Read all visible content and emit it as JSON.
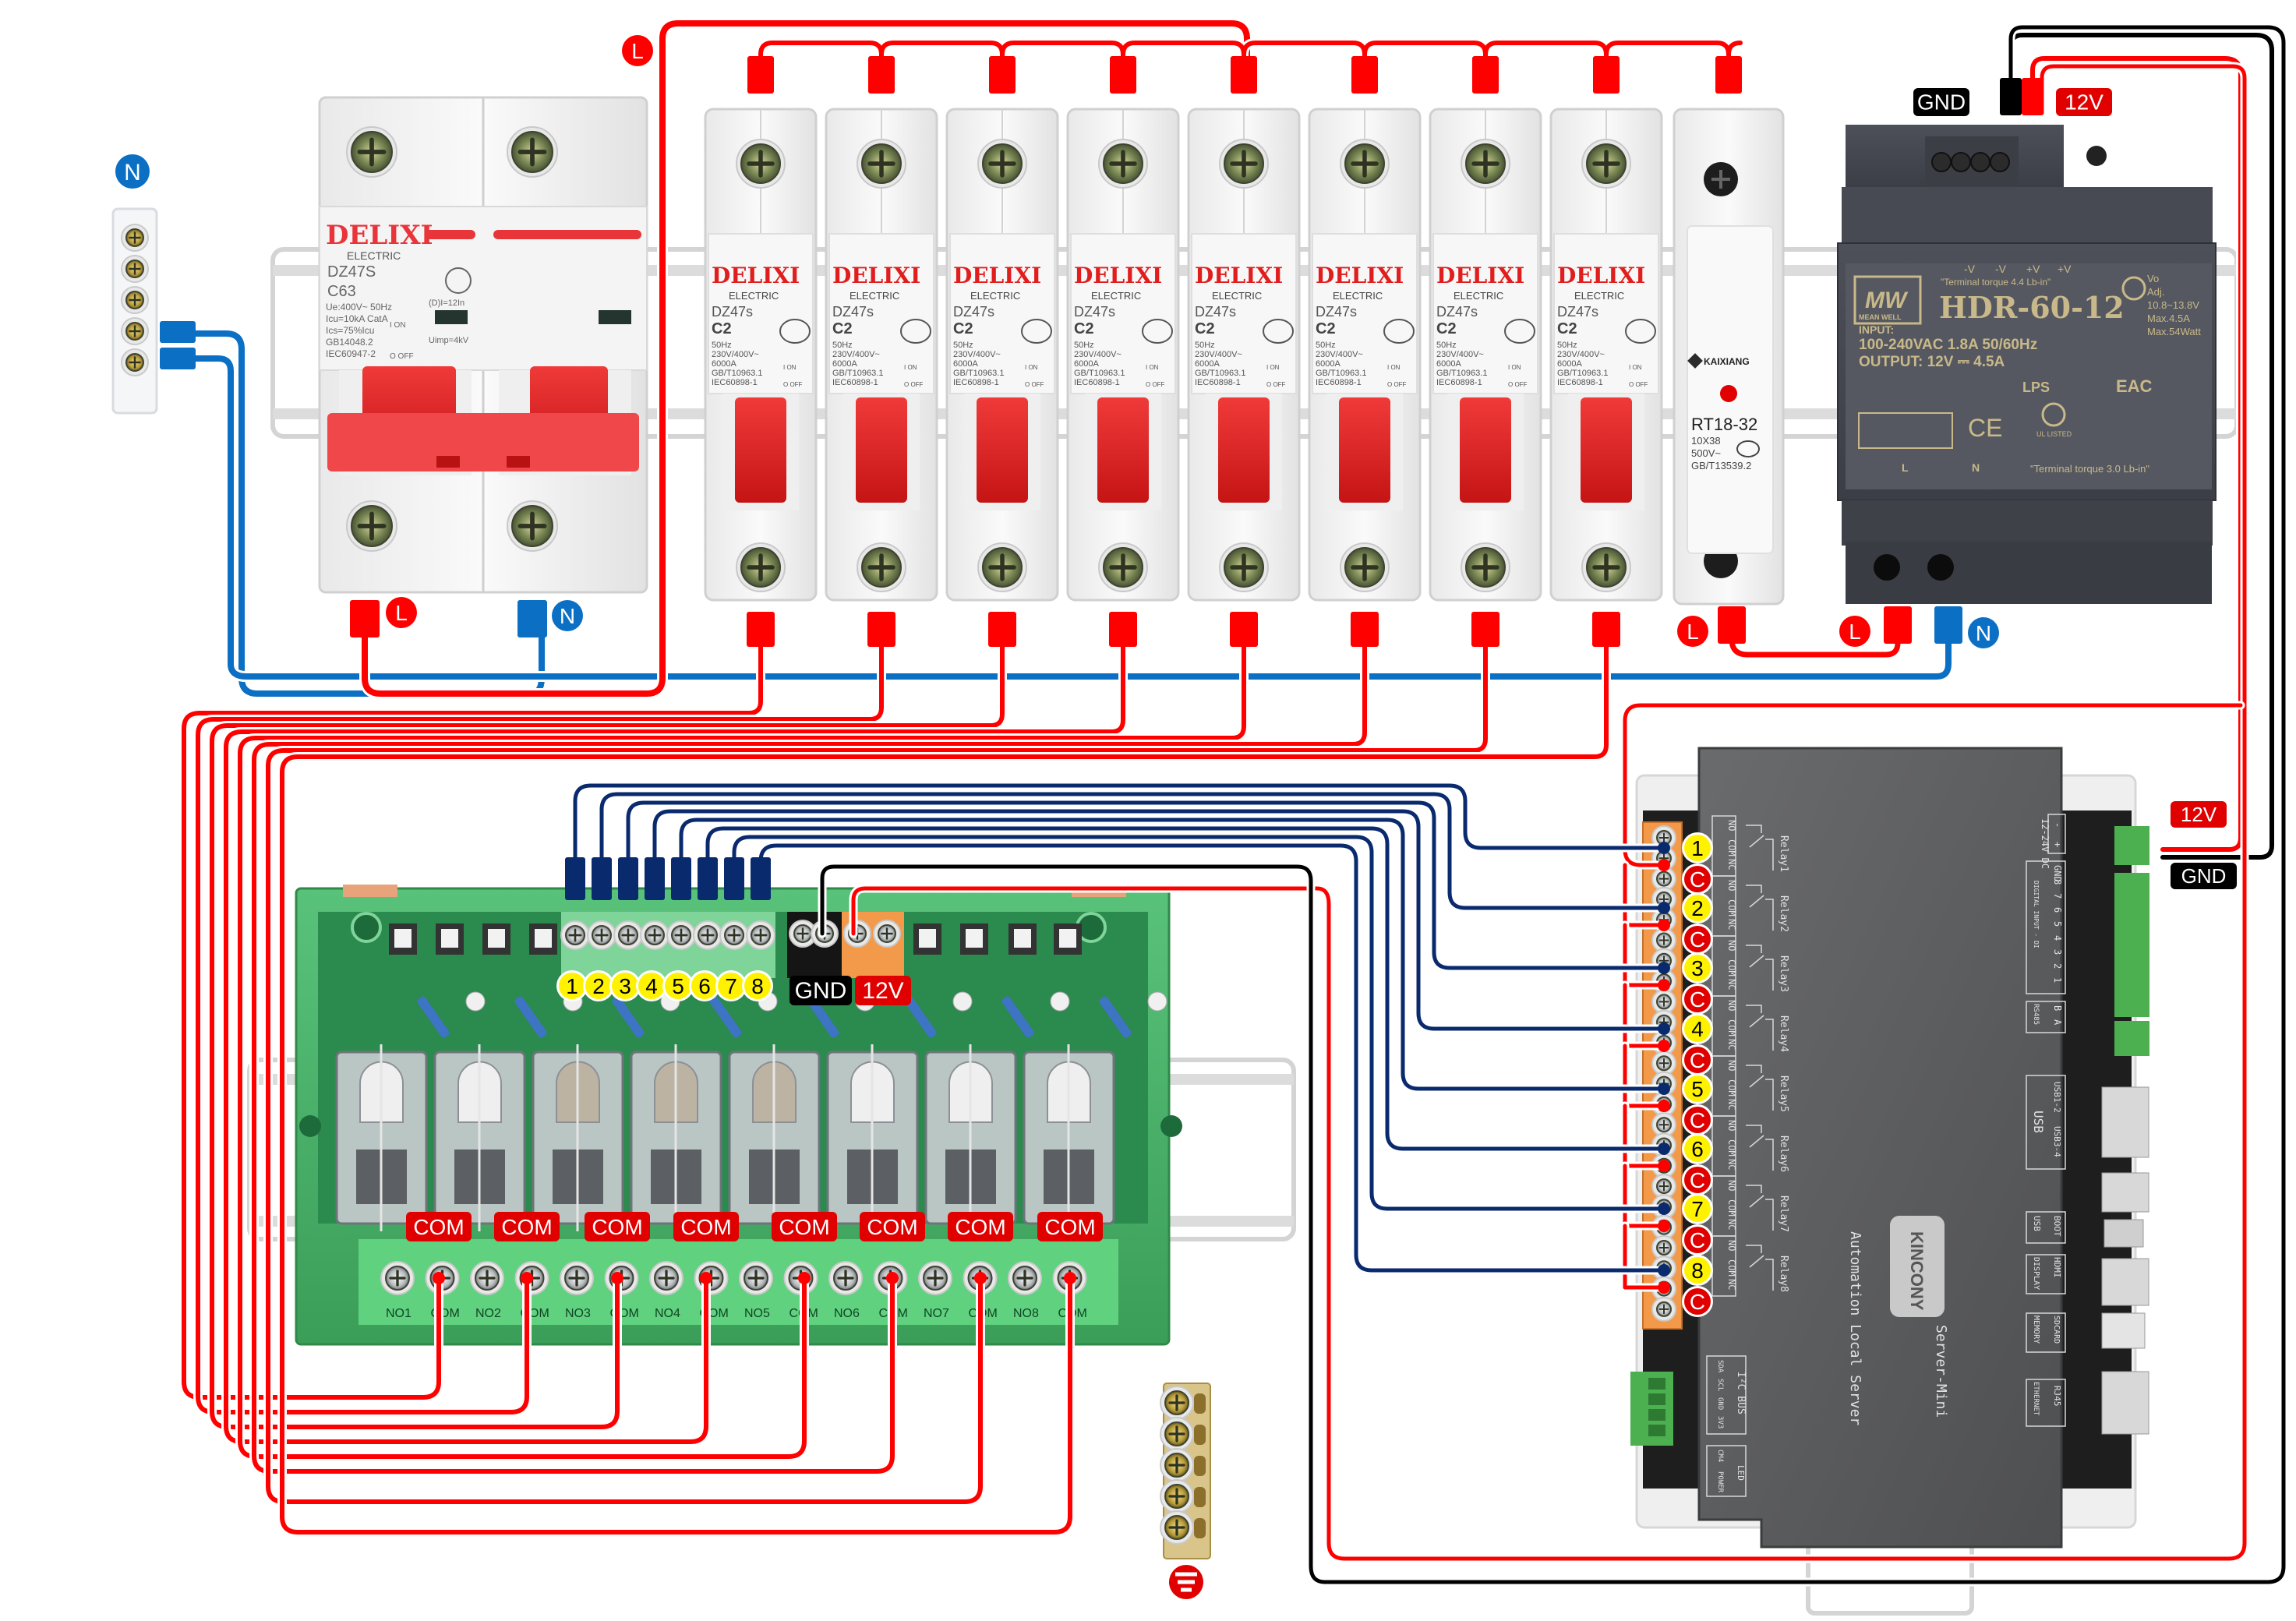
{
  "title": "KinCony Server-Mini wiring diagram with DIN rail breakers, 12V PSU and 8-channel relay board",
  "colors": {
    "live": "#ff0000",
    "neutral": "#0b6fc4",
    "signal": "#0a2a6e",
    "ground": "#000000",
    "number_badge": "#fff200",
    "relay_board": "#3fae5f",
    "controller": "#5b5c5e"
  },
  "labels": {
    "neutral_bar": "N",
    "supply_live": "L",
    "main_breaker_L": "L",
    "main_breaker_N": "N",
    "fuse_L": "L",
    "psu_L": "L",
    "psu_N": "N",
    "psu_gnd": "GND",
    "psu_12v": "12V",
    "ctrl_12v": "12V",
    "ctrl_gnd": "GND",
    "board_gnd": "GND",
    "board_12v": "12V",
    "earth_icon": "earth-symbol"
  },
  "main_breaker": {
    "brand": "DELIXI",
    "sub": "ELECTRIC",
    "model": "DZ47S",
    "rating": "C63",
    "specs": [
      "Ue:400V~ 50Hz",
      "Icu=10kA CatA",
      "Ics=75%Icu",
      "GB14048.2",
      "IEC60947-2"
    ],
    "on": "I ON",
    "off": "O OFF",
    "extra": "(D)I=12In",
    "uimp": "Uimp=4kV"
  },
  "breakers": {
    "count": 8,
    "brand": "DELIXI",
    "sub": "ELECTRIC",
    "model": "DZ47s",
    "rating": "C2",
    "specs": [
      "50Hz",
      "230V/400V~",
      "6000A",
      "GB/T10963.1",
      "IEC60898-1"
    ],
    "on": "I ON",
    "off": "O OFF"
  },
  "fuse": {
    "brand": "KAIXIANG",
    "model": "RT18-32",
    "specs": [
      "10X38",
      "500V~",
      "GB/T13539.2"
    ]
  },
  "psu": {
    "brand": "MEAN WELL",
    "model": "HDR-60-12",
    "terminals_top": [
      "-V",
      "-V",
      "+V",
      "+V"
    ],
    "torque_top": "\"Terminal torque 4.4 Lb-in\"",
    "input_label": "INPUT:",
    "input": "100-240VAC 1.8A 50/60Hz",
    "output": "OUTPUT: 12V ⎓ 4.5A",
    "adj": [
      "Vo",
      "Adj.",
      "10.8~13.8V",
      "Max.4.5A",
      "Max.54Watt"
    ],
    "bottom_L": "L",
    "bottom_N": "N",
    "torque_bottom": "\"Terminal torque 3.0 Lb-in\"",
    "marks": [
      "LPS",
      "CE",
      "UL LISTED",
      "EAC"
    ]
  },
  "relay_board": {
    "inputs": [
      "1",
      "2",
      "3",
      "4",
      "5",
      "6",
      "7",
      "8"
    ],
    "com_label": "COM",
    "terminals": [
      "NO1",
      "COM",
      "NO2",
      "COM",
      "NO3",
      "COM",
      "NO4",
      "COM",
      "NO5",
      "COM",
      "NO6",
      "COM",
      "NO7",
      "COM",
      "NO8",
      "COM"
    ]
  },
  "controller": {
    "brand": "KINCONY",
    "product": "Server-Mini",
    "subtitle": "Automation Local Server",
    "relays": [
      {
        "num": "1",
        "name": "Relay1",
        "com": "C"
      },
      {
        "num": "2",
        "name": "Relay2",
        "com": "C"
      },
      {
        "num": "3",
        "name": "Relay3",
        "com": "C"
      },
      {
        "num": "4",
        "name": "Relay4",
        "com": "C"
      },
      {
        "num": "5",
        "name": "Relay5",
        "com": "C"
      },
      {
        "num": "6",
        "name": "Relay6",
        "com": "C"
      },
      {
        "num": "7",
        "name": "Relay7",
        "com": "C"
      },
      {
        "num": "8",
        "name": "Relay8",
        "com": "C"
      }
    ],
    "relay_pins": [
      "NO",
      "COM",
      "NC"
    ],
    "power": "12-24V DC",
    "power_pins": [
      "-",
      "+"
    ],
    "digital_input": "DIGITAL INPUT - DI",
    "di_pins": [
      "GND",
      "8",
      "7",
      "6",
      "5",
      "4",
      "3",
      "2",
      "1"
    ],
    "rs485": "RS485",
    "rs485_pins": [
      "B",
      "A"
    ],
    "usb": "USB",
    "usb_ports": [
      "USB1-2",
      "USB3-4"
    ],
    "usb_boot": [
      "USB",
      "BOOT"
    ],
    "display": [
      "DISPLAY",
      "HDMI"
    ],
    "memory": [
      "MEMORY",
      "SDCARD"
    ],
    "ethernet": [
      "ETHERNET",
      "RJ45"
    ],
    "i2c": "I²C BUS",
    "i2c_pins": [
      "SDA",
      "SCL",
      "GND",
      "3V3"
    ],
    "led": "LED",
    "led_pins": [
      "CM4",
      "POWER"
    ]
  }
}
